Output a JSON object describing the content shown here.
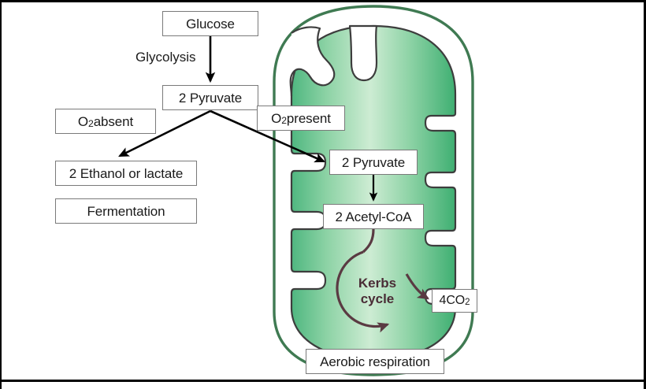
{
  "figure": {
    "domain": "biology-diagram",
    "title": "Cellular respiration: glycolysis, fermentation and aerobic respiration in the mitochondrion"
  },
  "boxes": {
    "glucose": "Glucose",
    "pyruvate_cytosol": "2 Pyruvate",
    "o2_absent": "O₂ absent",
    "o2_present": "O₂ present",
    "ethanol_lactate": "2 Ethanol or lactate",
    "fermentation": "Fermentation",
    "pyruvate_mito": "2 Pyruvate",
    "acetyl_coa": "2 Acetyl-CoA",
    "co2": "4CO₂",
    "aerobic_respiration": "Aerobic respiration"
  },
  "labels": {
    "glycolysis": "Glycolysis",
    "kerbs_cycle_line1": "Kerbs",
    "kerbs_cycle_line2": "cycle"
  },
  "colors": {
    "outer_membrane_stroke": "#3f7a52",
    "inner_membrane_stroke": "#3d3d3d",
    "matrix_light": "#bfe6c6",
    "matrix_mid": "#8ed3a6",
    "matrix_dark": "#45b377",
    "cycle_arrow": "#5a3a42",
    "box_border": "#7a7a7a",
    "text": "#1a1a1a",
    "arrow_black": "#000000",
    "frame": "#000000"
  },
  "arrows": {
    "glucose_to_pyruvate": "Glucose → 2 Pyruvate (Glycolysis)",
    "pyruvate_to_ethanol": "2 Pyruvate → 2 Ethanol or lactate",
    "pyruvate_to_mito_pyruvate": "2 Pyruvate → 2 Pyruvate (mitochondrion)",
    "mito_pyruvate_to_acetyl": "2 Pyruvate → 2 Acetyl-CoA",
    "acetyl_to_cycle": "2 Acetyl-CoA → Kerbs cycle",
    "cycle_to_co2": "Kerbs cycle → 4CO₂"
  }
}
